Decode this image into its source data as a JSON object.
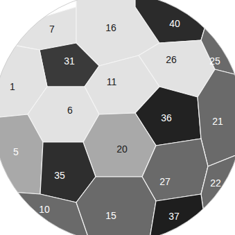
{
  "diagram": {
    "nodes": [
      {
        "text": [
          "7"
        ]
      },
      {
        "text": [
          "16"
        ]
      },
      {
        "text": [
          "40"
        ]
      },
      {
        "text": [
          "31"
        ]
      },
      {
        "text": [
          "26"
        ]
      },
      {
        "text": [
          "25"
        ]
      },
      {
        "text": [
          "1"
        ]
      },
      {
        "text": [
          "11"
        ]
      },
      {
        "text": [
          "6"
        ]
      },
      {
        "text": [
          "36"
        ]
      },
      {
        "text": [
          "21"
        ]
      },
      {
        "text": [
          "5"
        ]
      },
      {
        "text": [
          "20"
        ]
      },
      {
        "text": [
          "35"
        ]
      },
      {
        "text": [
          "27"
        ]
      },
      {
        "text": [
          "22"
        ]
      },
      {
        "text": [
          "10"
        ]
      },
      {
        "text": [
          "15"
        ]
      },
      {
        "text": [
          "37"
        ]
      }
    ]
  }
}
